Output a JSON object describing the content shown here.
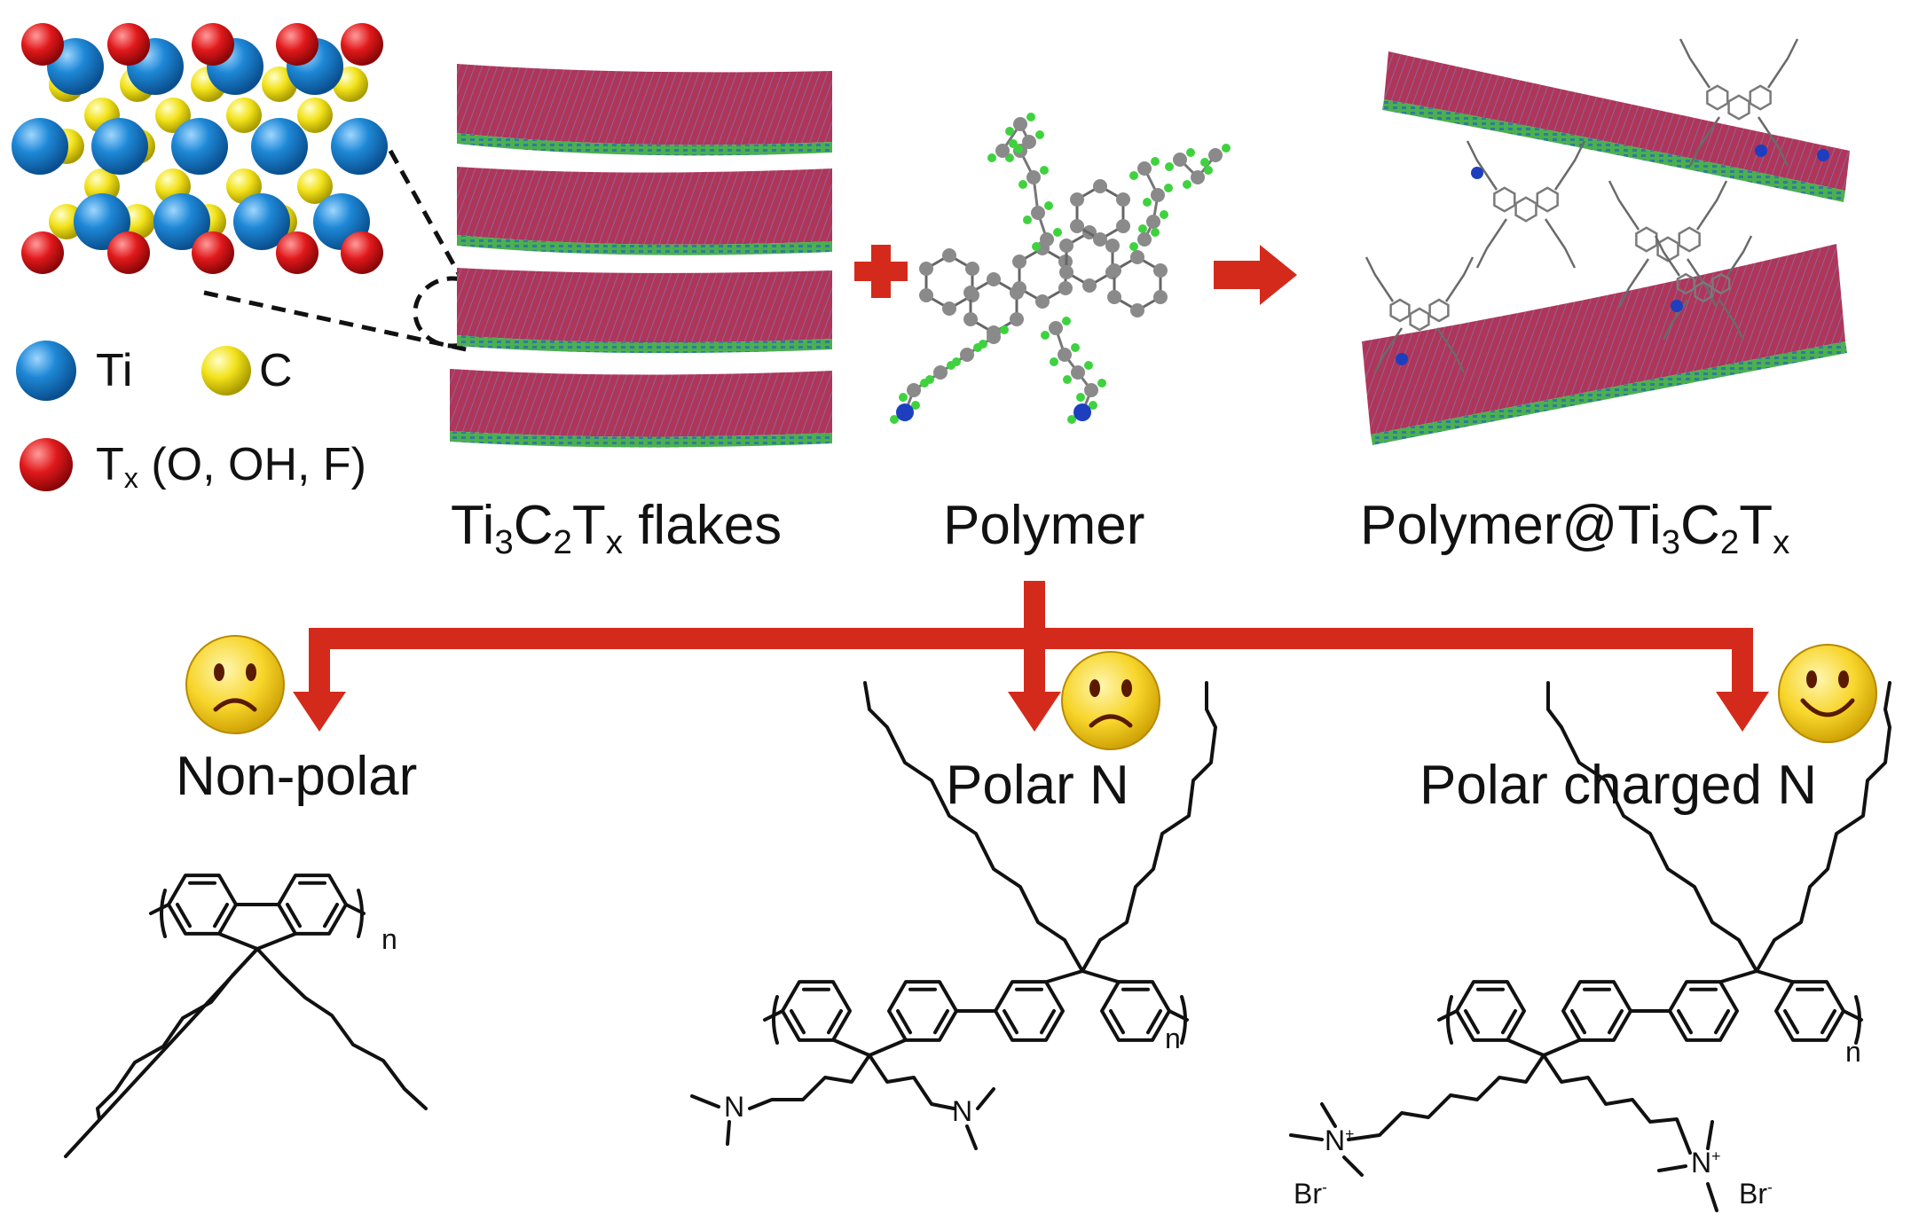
{
  "legend": {
    "ti": "Ti",
    "c": "C",
    "t": "T",
    "t_sub": "x",
    "t_rest": " (O, OH, F)"
  },
  "labels": {
    "flakes_a": "Ti",
    "flakes_s1": "3",
    "flakes_b": "C",
    "flakes_s2": "2",
    "flakes_c": "T",
    "flakes_s3": "x",
    "flakes_d": " flakes",
    "polymer": "Polymer",
    "comp_a": "Polymer@Ti",
    "comp_s1": "3",
    "comp_b": "C",
    "comp_s2": "2",
    "comp_c": "T",
    "comp_s3": "x"
  },
  "categories": {
    "nonpolar": "Non-polar",
    "polar": "Polar N",
    "charged": "Polar charged N"
  },
  "chem": {
    "n": "n",
    "nitrogen": "N",
    "plus": "+",
    "bromide": "Br",
    "minus": "-"
  },
  "faces": [
    "sad",
    "sad",
    "happy"
  ],
  "colors": {
    "ti": "#1e88d6",
    "c": "#f2e21a",
    "tx": "#e0191b",
    "arrow": "#d42a1c",
    "flake": "#b0355a",
    "flake_edge": "#4caf50",
    "face": "#f7d52a"
  }
}
